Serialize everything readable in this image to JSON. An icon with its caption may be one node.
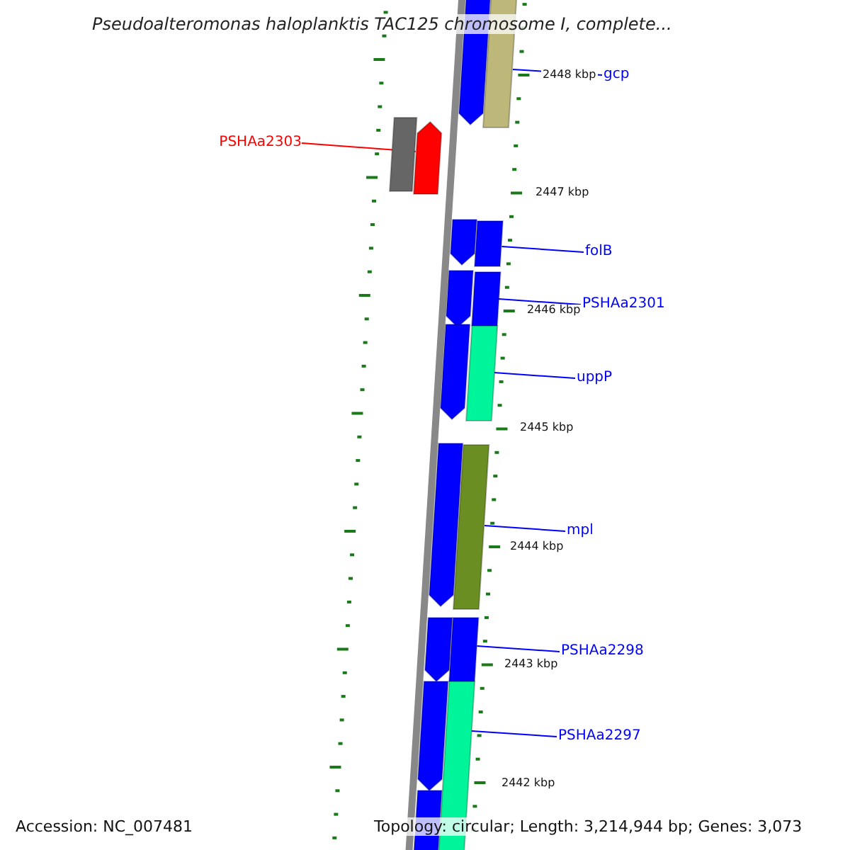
{
  "diagram": {
    "title": "Pseudoalteromonas haloplanktis TAC125 chromosome I, complete...",
    "nodes": [
      {
        "text": [
          "PSHAa2303"
        ]
      },
      {
        "text": [
          "gcp"
        ]
      },
      {
        "text": [
          "folB"
        ]
      },
      {
        "text": [
          "PSHAa2301"
        ]
      },
      {
        "text": [
          "uppP"
        ]
      },
      {
        "text": [
          "mpl"
        ]
      },
      {
        "text": [
          "PSHAa2298"
        ]
      },
      {
        "text": [
          "PSHAa2297"
        ]
      },
      {
        "text": [],
        "shape": "bar"
      },
      {
        "text": [],
        "shape": "bar"
      },
      {
        "text": [],
        "shape": "bar"
      },
      {
        "text": [],
        "shape": "bar"
      },
      {
        "text": [],
        "shape": "bar"
      },
      {
        "text": [],
        "shape": "bar"
      },
      {
        "text": [],
        "shape": "bar"
      },
      {
        "text": [],
        "shape": "bar"
      },
      {
        "text": [],
        "shape": "bar"
      },
      {
        "text": [],
        "shape": "bar"
      },
      {
        "text": [],
        "shape": "bar"
      },
      {
        "text": [],
        "shape": "bar"
      },
      {
        "text": [],
        "shape": "bar"
      },
      {
        "text": [],
        "shape": "bar"
      },
      {
        "text": [],
        "shape": "bar"
      },
      {
        "text": [],
        "shape": "bar"
      },
      {
        "text": [],
        "shape": "bar"
      }
    ],
    "edges": [
      {
        "from": 0,
        "to": 11,
        "arrow": "none",
        "color": "#ff0000"
      },
      {
        "from": 1,
        "to": 9,
        "arrow": "none"
      },
      {
        "from": 2,
        "to": 13,
        "arrow": "none"
      },
      {
        "from": 3,
        "to": 15,
        "arrow": "none"
      },
      {
        "from": 4,
        "to": 17,
        "arrow": "none"
      },
      {
        "from": 5,
        "to": 19,
        "arrow": "none"
      },
      {
        "from": 6,
        "to": 21,
        "arrow": "none"
      },
      {
        "from": 7,
        "to": 23,
        "arrow": "none"
      }
    ],
    "labels": [
      "2448 kbp",
      "2447 kbp",
      "2446 kbp",
      "2445 kbp",
      "2444 kbp",
      "2443 kbp",
      "2442 kbp",
      "Accession: NC_007481",
      "Topology: circular; Length: 3,214,944 bp; Genes: 3,073"
    ]
  }
}
